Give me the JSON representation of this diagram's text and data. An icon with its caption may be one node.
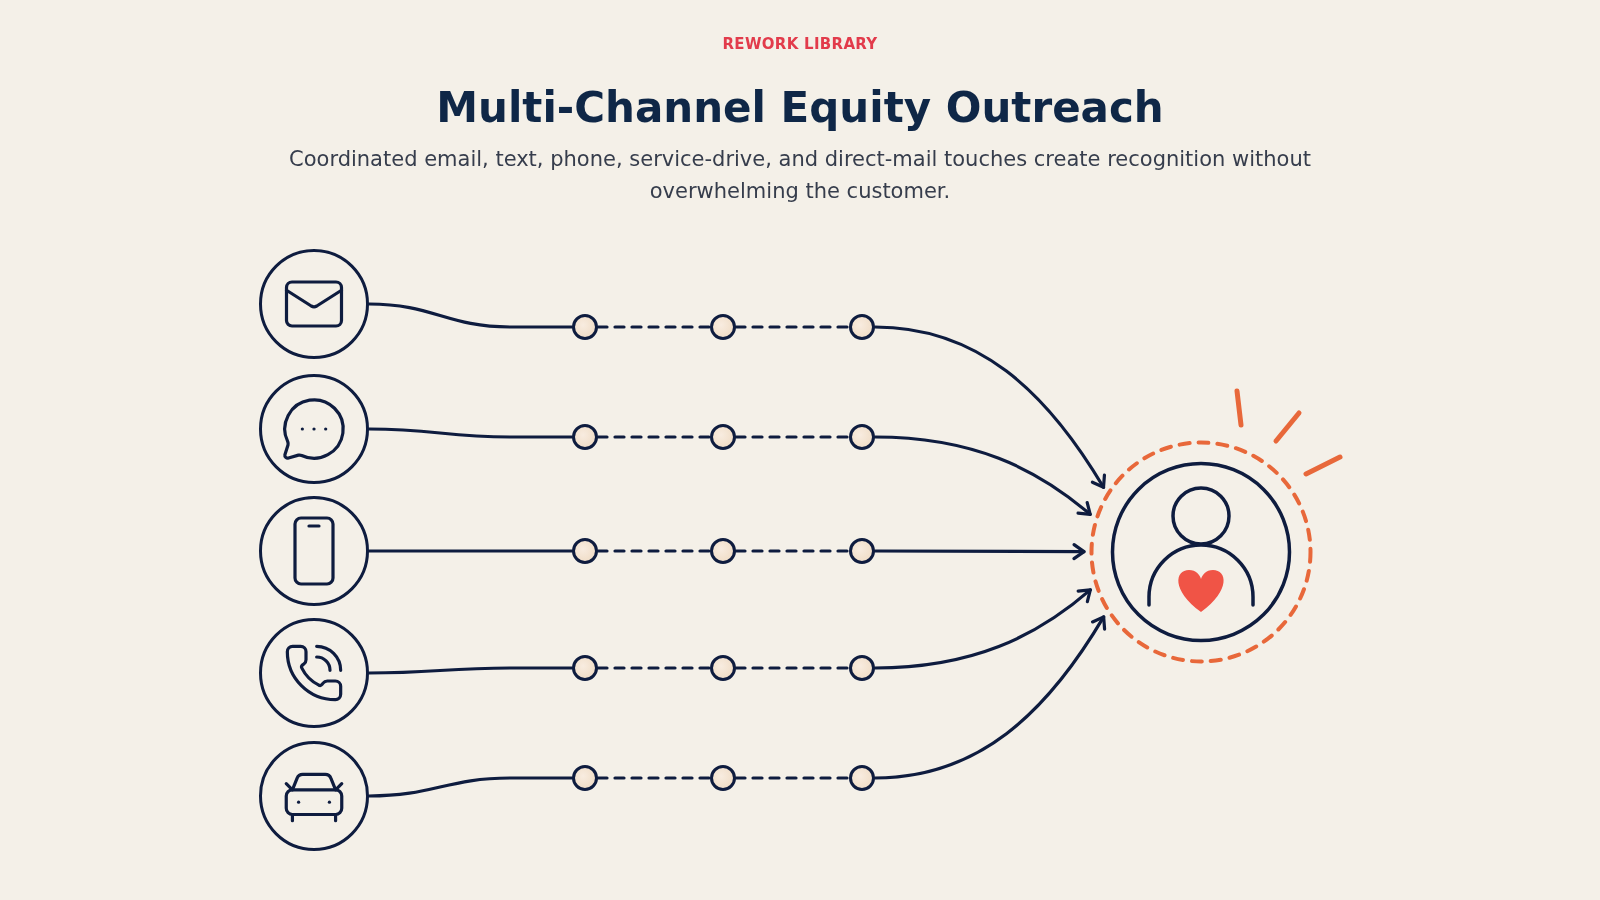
{
  "diagram": {
    "title": "Multi-Channel Equity Outreach",
    "caption": "Coordinated email, text, phone, service-drive, and direct-mail touches create recognition without overwhelming the customer.",
    "nodes": [
      {
        "text": [],
        "shape": "circle"
      },
      {
        "text": [],
        "shape": "circle"
      },
      {
        "text": [],
        "shape": "circle"
      },
      {
        "text": [],
        "shape": "circle"
      },
      {
        "text": [],
        "shape": "circle"
      },
      {
        "text": [],
        "shape": "circle"
      },
      {
        "text": [],
        "shape": "circle"
      },
      {
        "text": [],
        "shape": "circle"
      },
      {
        "text": [],
        "shape": "circle"
      },
      {
        "text": [],
        "shape": "circle"
      },
      {
        "text": [],
        "shape": "circle"
      },
      {
        "text": [],
        "shape": "circle"
      },
      {
        "text": [],
        "shape": "circle"
      },
      {
        "text": [],
        "shape": "circle"
      },
      {
        "text": [],
        "shape": "circle"
      },
      {
        "text": [],
        "shape": "circle"
      },
      {
        "text": [],
        "shape": "circle"
      },
      {
        "text": [],
        "shape": "circle"
      },
      {
        "text": [],
        "shape": "circle"
      },
      {
        "text": [],
        "shape": "circle"
      },
      {
        "text": [],
        "shape": "circle"
      }
    ],
    "edges": [
      {
        "from": 0,
        "to": 1,
        "arrow": "none"
      },
      {
        "from": 1,
        "to": 2,
        "arrow": "none",
        "style": "dashed"
      },
      {
        "from": 2,
        "to": 3,
        "arrow": "none",
        "style": "dashed"
      },
      {
        "from": 3,
        "to": 20,
        "arrow": "to"
      },
      {
        "from": 4,
        "to": 5,
        "arrow": "none"
      },
      {
        "from": 5,
        "to": 6,
        "arrow": "none",
        "style": "dashed"
      },
      {
        "from": 6,
        "to": 7,
        "arrow": "none",
        "style": "dashed"
      },
      {
        "from": 7,
        "to": 20,
        "arrow": "to"
      },
      {
        "from": 8,
        "to": 9,
        "arrow": "none"
      },
      {
        "from": 9,
        "to": 10,
        "arrow": "none",
        "style": "dashed"
      },
      {
        "from": 10,
        "to": 11,
        "arrow": "none",
        "style": "dashed"
      },
      {
        "from": 11,
        "to": 20,
        "arrow": "to"
      },
      {
        "from": 12,
        "to": 13,
        "arrow": "none"
      },
      {
        "from": 13,
        "to": 14,
        "arrow": "none",
        "style": "dashed"
      },
      {
        "from": 14,
        "to": 15,
        "arrow": "none",
        "style": "dashed"
      },
      {
        "from": 15,
        "to": 20,
        "arrow": "to"
      },
      {
        "from": 16,
        "to": 17,
        "arrow": "none"
      },
      {
        "from": 17,
        "to": 18,
        "arrow": "none",
        "style": "dashed"
      },
      {
        "from": 18,
        "to": 19,
        "arrow": "none",
        "style": "dashed"
      },
      {
        "from": 19,
        "to": 20,
        "arrow": "to"
      }
    ],
    "labels": [
      "REWORK LIBRARY"
    ]
  }
}
